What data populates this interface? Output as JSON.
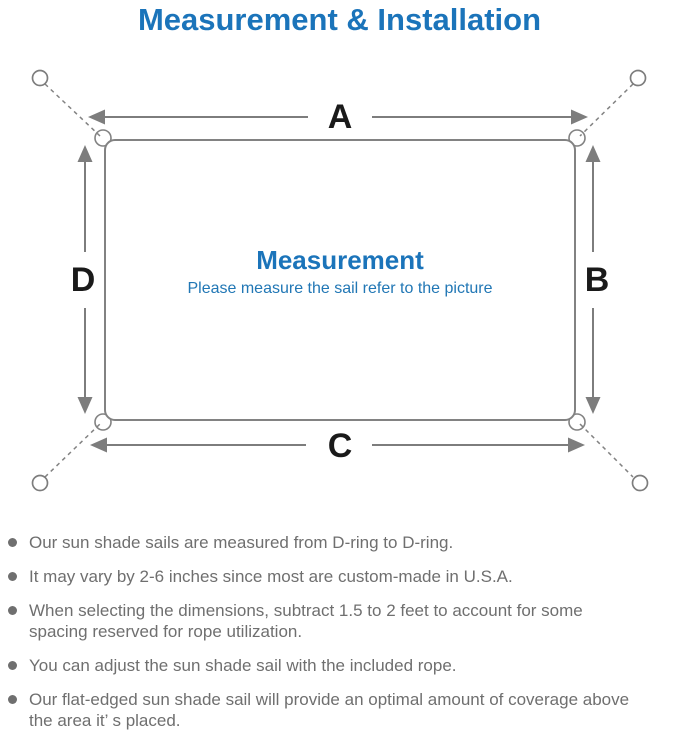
{
  "title": "Measurement & Installation",
  "colors": {
    "accent": "#1B74BA",
    "subtitle-blue": "#2177B5",
    "line-gray": "#7D7D7D",
    "text-gray": "#6F6F6F",
    "label-black": "#1A1A1A"
  },
  "diagram": {
    "labels": {
      "top": "A",
      "right": "B",
      "bottom": "C",
      "left": "D"
    },
    "center": {
      "heading": "Measurement",
      "subtitle": "Please measure the sail refer to the picture"
    }
  },
  "bullets": [
    "Our sun shade sails are measured from D-ring to D-ring.",
    "It may vary by 2-6 inches since most are custom-made in U.S.A.",
    "When selecting the dimensions, subtract 1.5 to 2 feet to account for some spacing reserved for rope utilization.",
    "You can adjust the sun shade sail with the included rope.",
    "Our flat-edged sun shade sail will provide an optimal amount of coverage above the area it’ s placed."
  ]
}
